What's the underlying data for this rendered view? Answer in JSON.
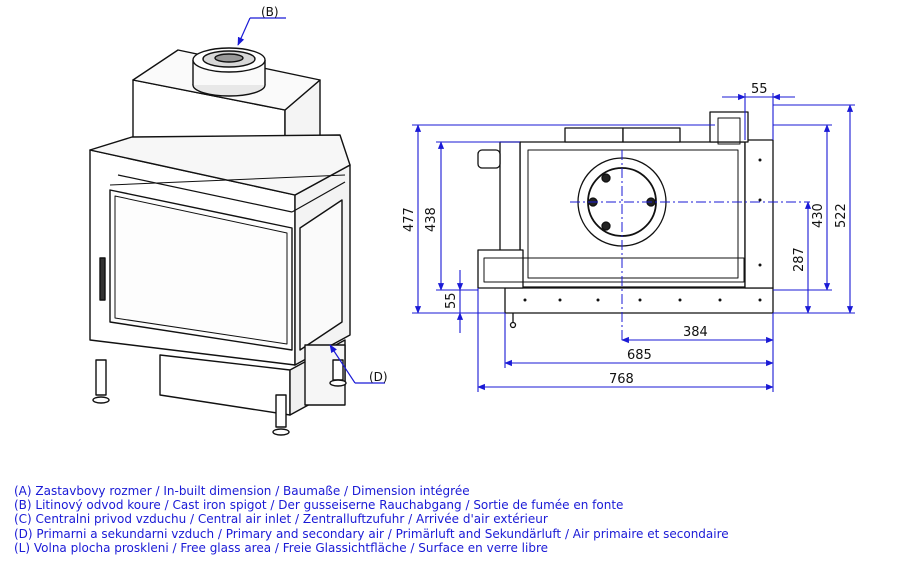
{
  "labels": {
    "spigot": "(B)",
    "air_inlet": "(D)"
  },
  "dimensions": {
    "d55_top": "55",
    "d477": "477",
    "d438": "438",
    "d55_left": "55",
    "d430": "430",
    "d522": "522",
    "d287": "287",
    "d384": "384",
    "d685": "685",
    "d768": "768"
  },
  "legend": [
    "(A)  Zastavbovy rozmer / In-built dimension / Baumaße / Dimension intégrée",
    "(B)  Litinový odvod koure / Cast iron spigot / Der gusseiserne Rauchabgang / Sortie de fumée en fonte",
    "(C)  Centralni privod vzduchu / Central air inlet / Zentralluftzufuhr / Arrivée d'air extérieur",
    "(D)  Primarni a sekundarni vzduch / Primary and secondary air / Primärluft and Sekundärluft / Air primaire et secondaire",
    "(L)  Volna plocha proskleni / Free glass area / Freie Glassichtfläche / Surface en verre libre"
  ],
  "colors": {
    "outline": "#111111",
    "dimension": "#1a1ad6",
    "legend_text": "#1a1ad6"
  }
}
